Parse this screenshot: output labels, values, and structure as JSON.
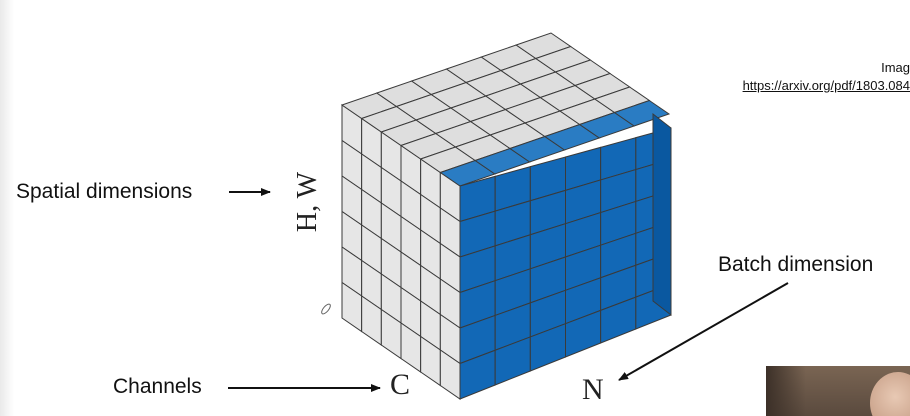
{
  "labels": {
    "spatial": "Spatial dimensions",
    "channels": "Channels",
    "batch": "Batch dimension"
  },
  "axes": {
    "hw": "H, W",
    "c": "C",
    "n": "N"
  },
  "credit": {
    "image_text": "Imag",
    "url": "https://arxiv.org/pdf/1803.084"
  },
  "colors": {
    "blue": "#1268b6",
    "blue_top": "#2a7cc3",
    "blue_side": "#0a58a0",
    "gray_front": "#e6e6e6",
    "gray_top": "#dedede",
    "gray_side": "#d2d2d2",
    "grid": "#3a3a3a",
    "arrow": "#111111"
  },
  "cube": {
    "rows": 6,
    "cols": 6,
    "depth": 6,
    "highlighted": "batch-slice"
  },
  "icons": {
    "pen": "pen-cursor-icon",
    "webcam": "webcam-thumbnail"
  }
}
